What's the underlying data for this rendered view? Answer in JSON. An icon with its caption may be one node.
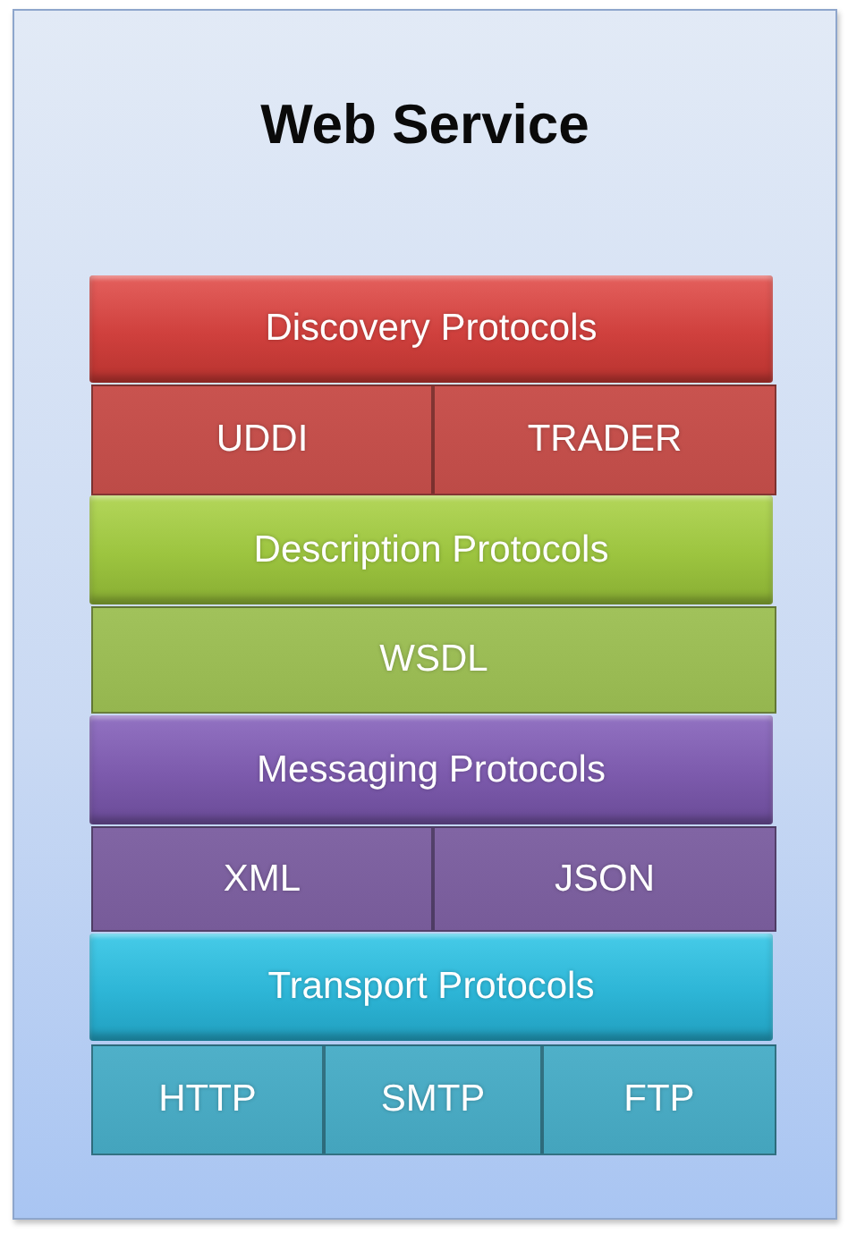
{
  "diagram": {
    "nodes": [
      {
        "text": [
          "Web Service"
        ]
      },
      {
        "text": [
          "Discovery Protocols"
        ],
        "in": 0
      },
      {
        "text": [
          "UDDI"
        ],
        "in": 0
      },
      {
        "text": [
          "TRADER"
        ],
        "in": 0
      },
      {
        "text": [
          "Description Protocols"
        ],
        "in": 0
      },
      {
        "text": [
          "WSDL"
        ],
        "in": 0
      },
      {
        "text": [
          "Messaging Protocols"
        ],
        "in": 0
      },
      {
        "text": [
          "XML"
        ],
        "in": 0
      },
      {
        "text": [
          "JSON"
        ],
        "in": 0
      },
      {
        "text": [
          "Transport Protocols"
        ],
        "in": 0
      },
      {
        "text": [
          "HTTP"
        ],
        "in": 0
      },
      {
        "text": [
          "SMTP"
        ],
        "in": 0
      },
      {
        "text": [
          "FTP"
        ],
        "in": 0
      }
    ]
  }
}
